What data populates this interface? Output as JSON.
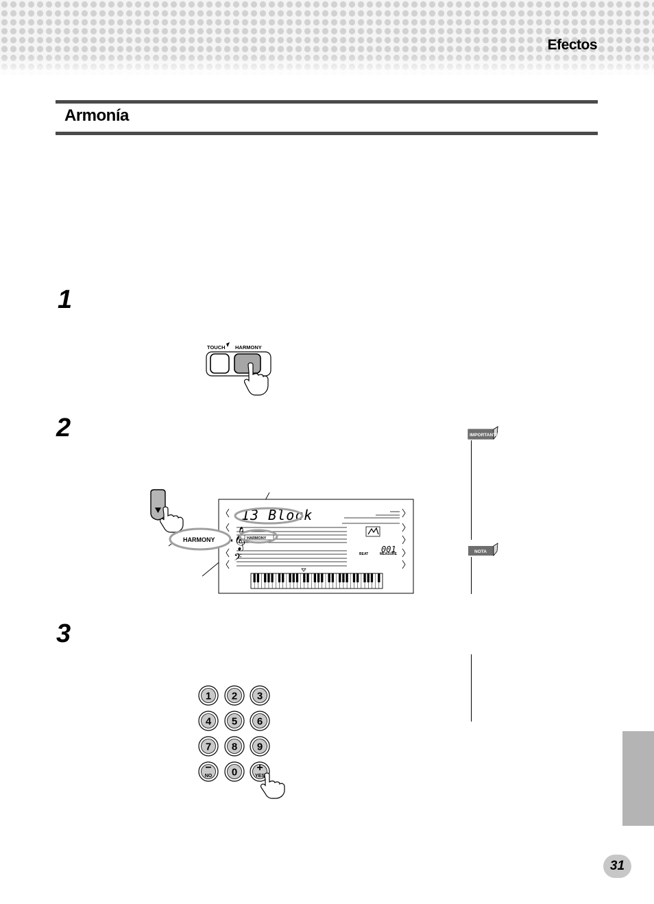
{
  "header": {
    "section": "Efectos"
  },
  "title": "Armonía",
  "steps": [
    "1",
    "2",
    "3"
  ],
  "panel_buttons": {
    "touch": "TOUCH",
    "harmony": "HARMONY"
  },
  "display": {
    "voice_text": "13 Block",
    "harmony_callout": "HARMONY",
    "harmony_indicator": "HARMONY",
    "beat_label": "BEAT",
    "measure_label": "MEASURE",
    "measure_value": "001"
  },
  "notes": {
    "important_tag": "IMPORTANTE",
    "note_tag": "NOTA"
  },
  "keypad": {
    "keys": [
      "1",
      "2",
      "3",
      "4",
      "5",
      "6",
      "7",
      "8",
      "9",
      "−",
      "0",
      "+"
    ],
    "no_label": "NO",
    "yes_label": "YES"
  },
  "page_number": "31"
}
